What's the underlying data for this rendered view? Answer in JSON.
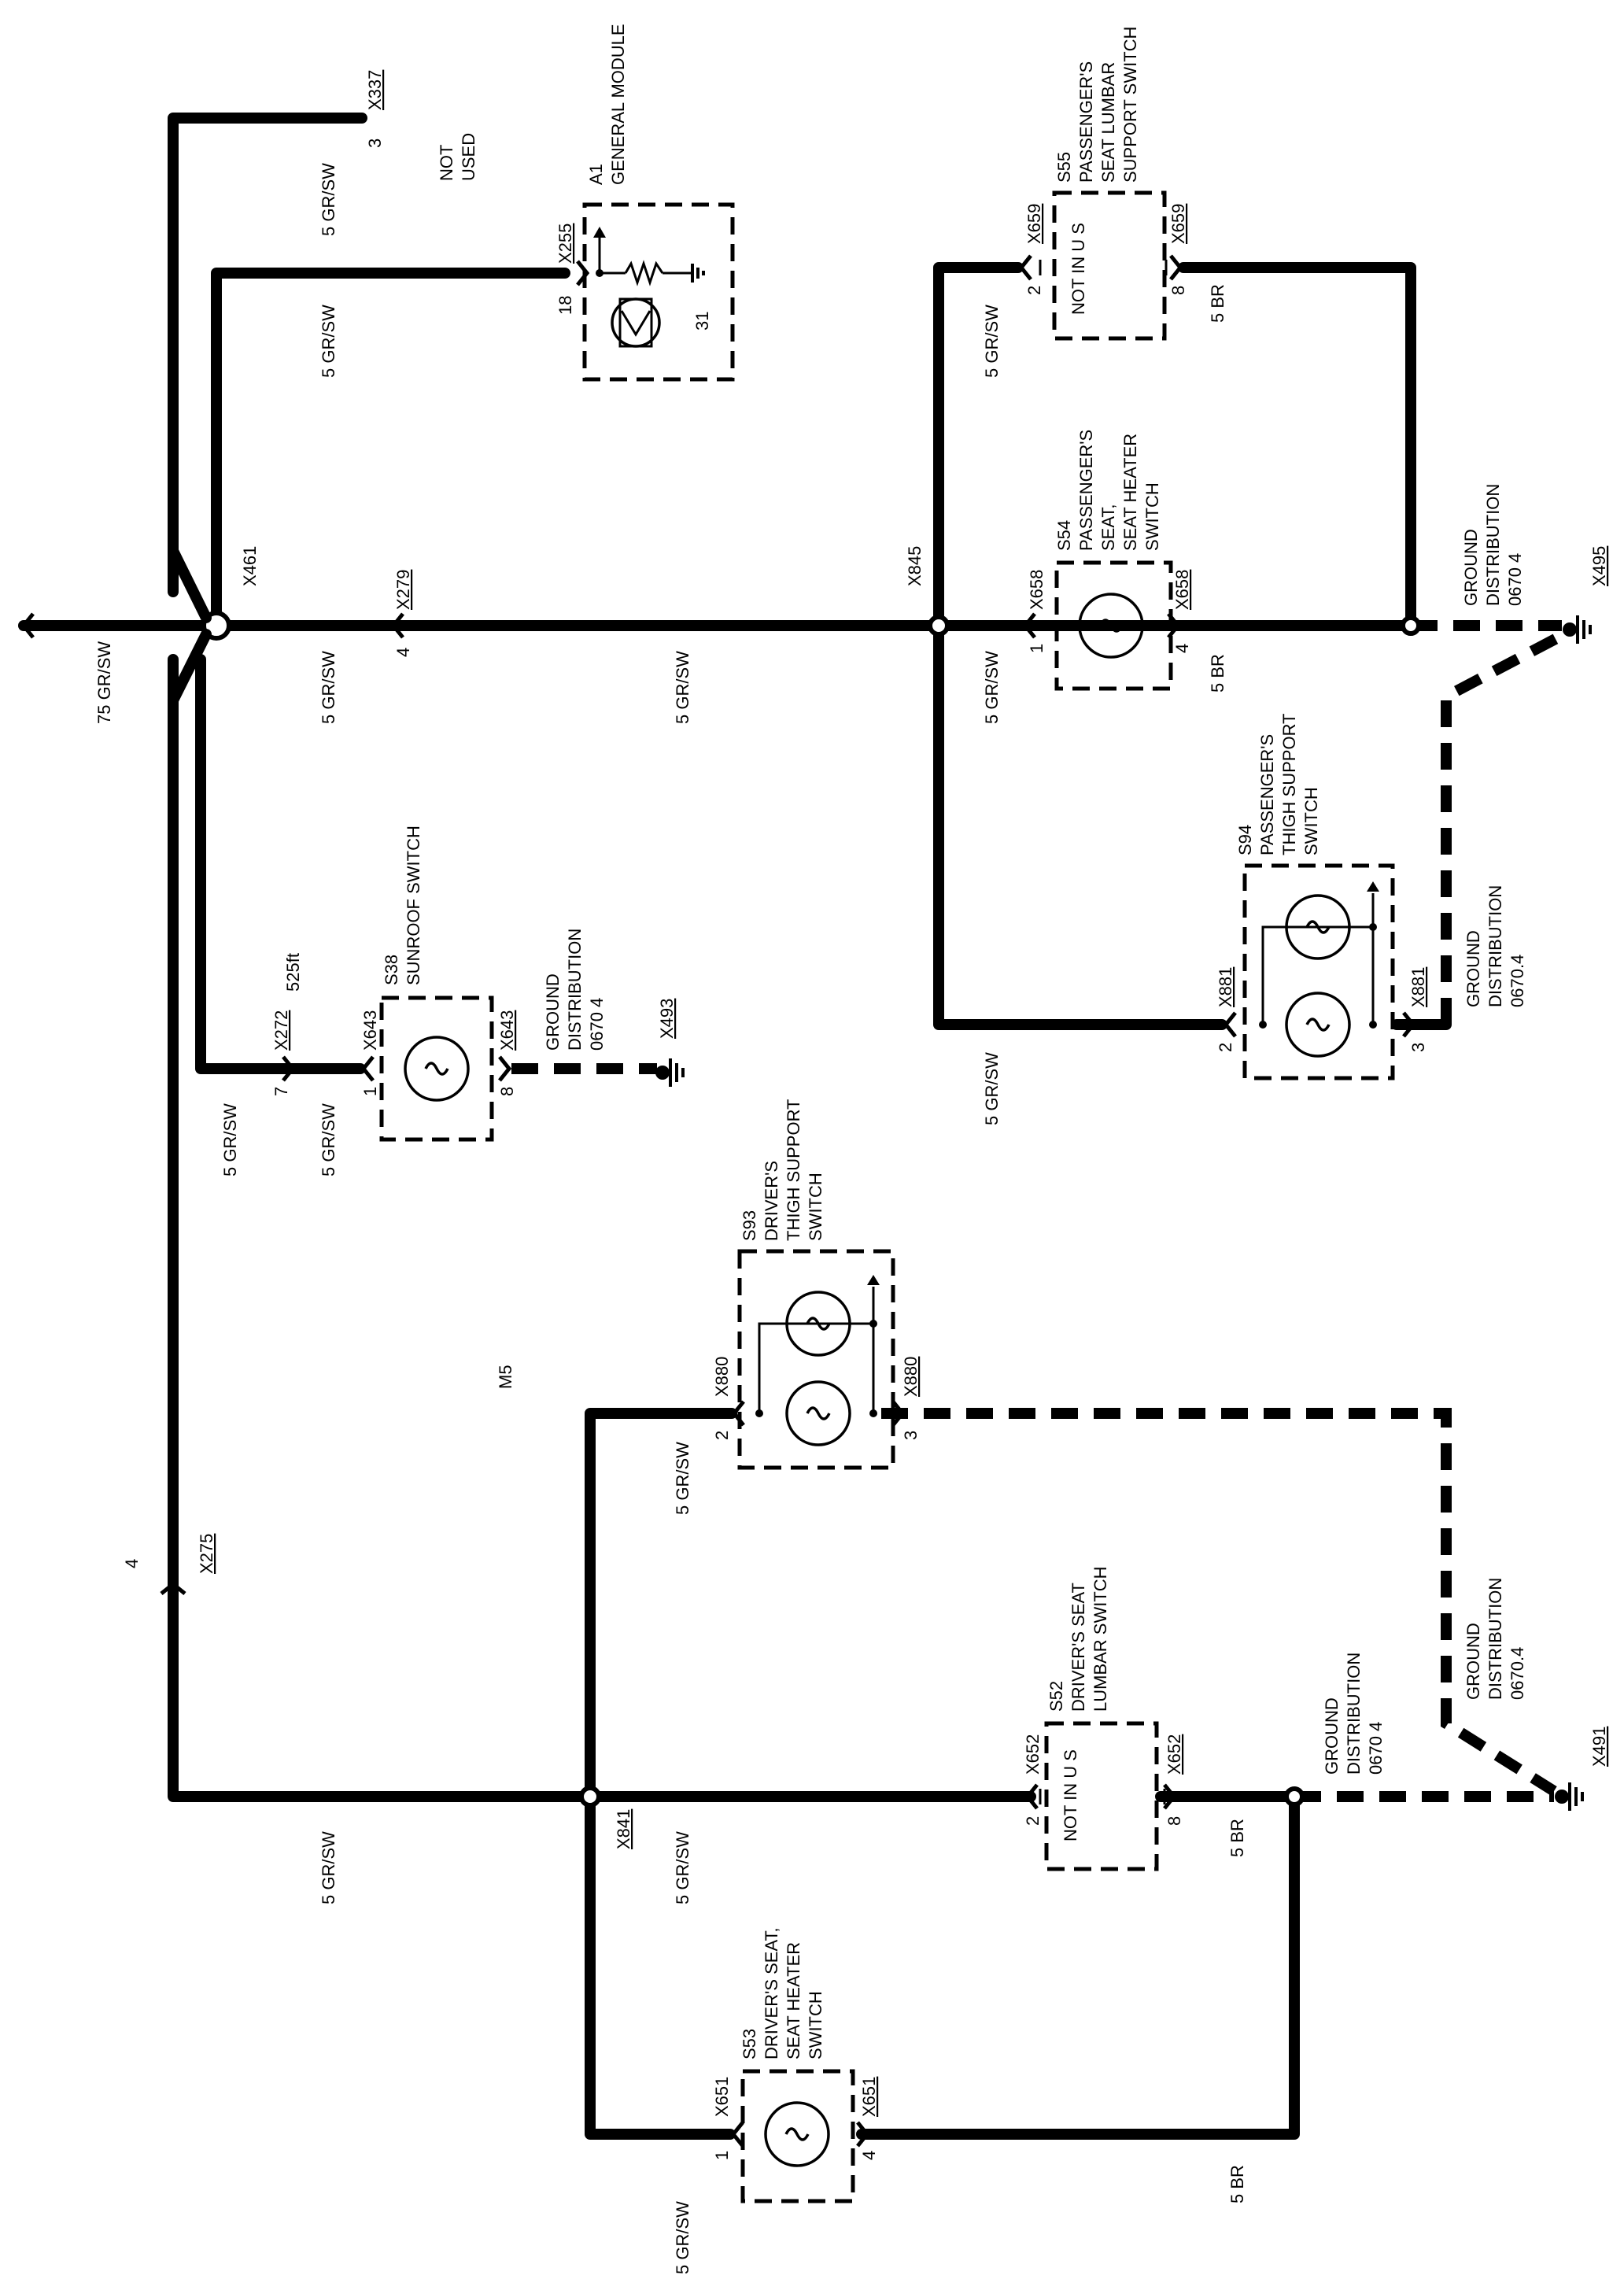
{
  "connectors": {
    "x337": "X337",
    "x255": "X255",
    "x461": "X461",
    "x279": "X279",
    "x845": "X845",
    "x658a": "X658",
    "x658b": "X658",
    "x659a": "X659",
    "x659b": "X659",
    "x495": "X495",
    "x272": "X272",
    "x643a": "X643",
    "x643b": "X643",
    "x493": "X493",
    "x881a": "X881",
    "x881b": "X881",
    "x880a": "X880",
    "x880b": "X880",
    "x275": "X275",
    "x841": "X841",
    "x652a": "X652",
    "x652b": "X652",
    "x491": "X491",
    "x651a": "X651",
    "x651b": "X651"
  },
  "pins": {
    "p3_x337": "3",
    "p18": "18",
    "p31": "31",
    "p4_x279": "4",
    "p1_x658": "1",
    "p4_x658": "4",
    "p2_x659": "2",
    "p8_x659": "8",
    "p7_x272": "7",
    "p1_x643": "1",
    "p8_x643": "8",
    "p2_x881": "2",
    "p3_x881": "3",
    "p2_x880": "2",
    "p3_x880": "3",
    "p4_x275": "4",
    "p2_x652": "2",
    "p8_x652": "8",
    "p1_x651": "1",
    "p4_x651": "4"
  },
  "wires": {
    "w75": "75 GR/SW",
    "w_top": "5 GR/SW",
    "w_a1": "5 GR/SW",
    "w_mid1": "5 GR/SW",
    "w_mid2": "5 GR/SW",
    "w_s55": "5 GR/SW",
    "w_s54": "5 GR/SW",
    "w_sun1": "5 GR/SW",
    "w_sun2": "5 GR/SW",
    "w_s94": "5 GR/SW",
    "w_s93": "5 GR/SW",
    "w_bot": "5 GR/SW",
    "w_x841": "5 GR/SW",
    "w_s53": "5 GR/SW",
    "br_s55": "5 BR",
    "br_s54": "5 BR",
    "br_s52": "5 BR",
    "br_s53": "5 BR",
    "w525": "525ft"
  },
  "labels": {
    "not_used": [
      "NOT",
      "USED"
    ],
    "a1": [
      "A1",
      "GENERAL MODULE"
    ],
    "s55": [
      "S55",
      "PASSENGER'S",
      "SEAT LUMBAR",
      "SUPPORT SWITCH"
    ],
    "s55_note": "NOT IN U S",
    "s54": [
      "S54",
      "PASSENGER'S",
      "SEAT,",
      "SEAT HEATER",
      "SWITCH"
    ],
    "gnd_top": [
      "GROUND",
      "DISTRIBUTION",
      "0670 4"
    ],
    "s38": [
      "S38",
      "SUNROOF SWITCH"
    ],
    "gnd_sun": [
      "GROUND",
      "DISTRIBUTION",
      "0670 4"
    ],
    "s94": [
      "S94",
      "PASSENGER'S",
      "THIGH SUPPORT",
      "SWITCH"
    ],
    "gnd_s94": [
      "GROUND",
      "DISTRIBUTION",
      "0670.4"
    ],
    "s93": [
      "S93",
      "DRIVER'S",
      "THIGH SUPPORT",
      "SWITCH"
    ],
    "m5": "M5",
    "s52": [
      "S52",
      "DRIVER'S SEAT",
      "LUMBAR SWITCH"
    ],
    "s52_note": "NOT IN U S",
    "gnd_s52": [
      "GROUND",
      "DISTRIBUTION",
      "0670 4"
    ],
    "gnd_s93": [
      "GROUND",
      "DISTRIBUTION",
      "0670.4"
    ],
    "s53": [
      "S53",
      "DRIVER'S SEAT,",
      "SEAT HEATER",
      "SWITCH"
    ]
  }
}
